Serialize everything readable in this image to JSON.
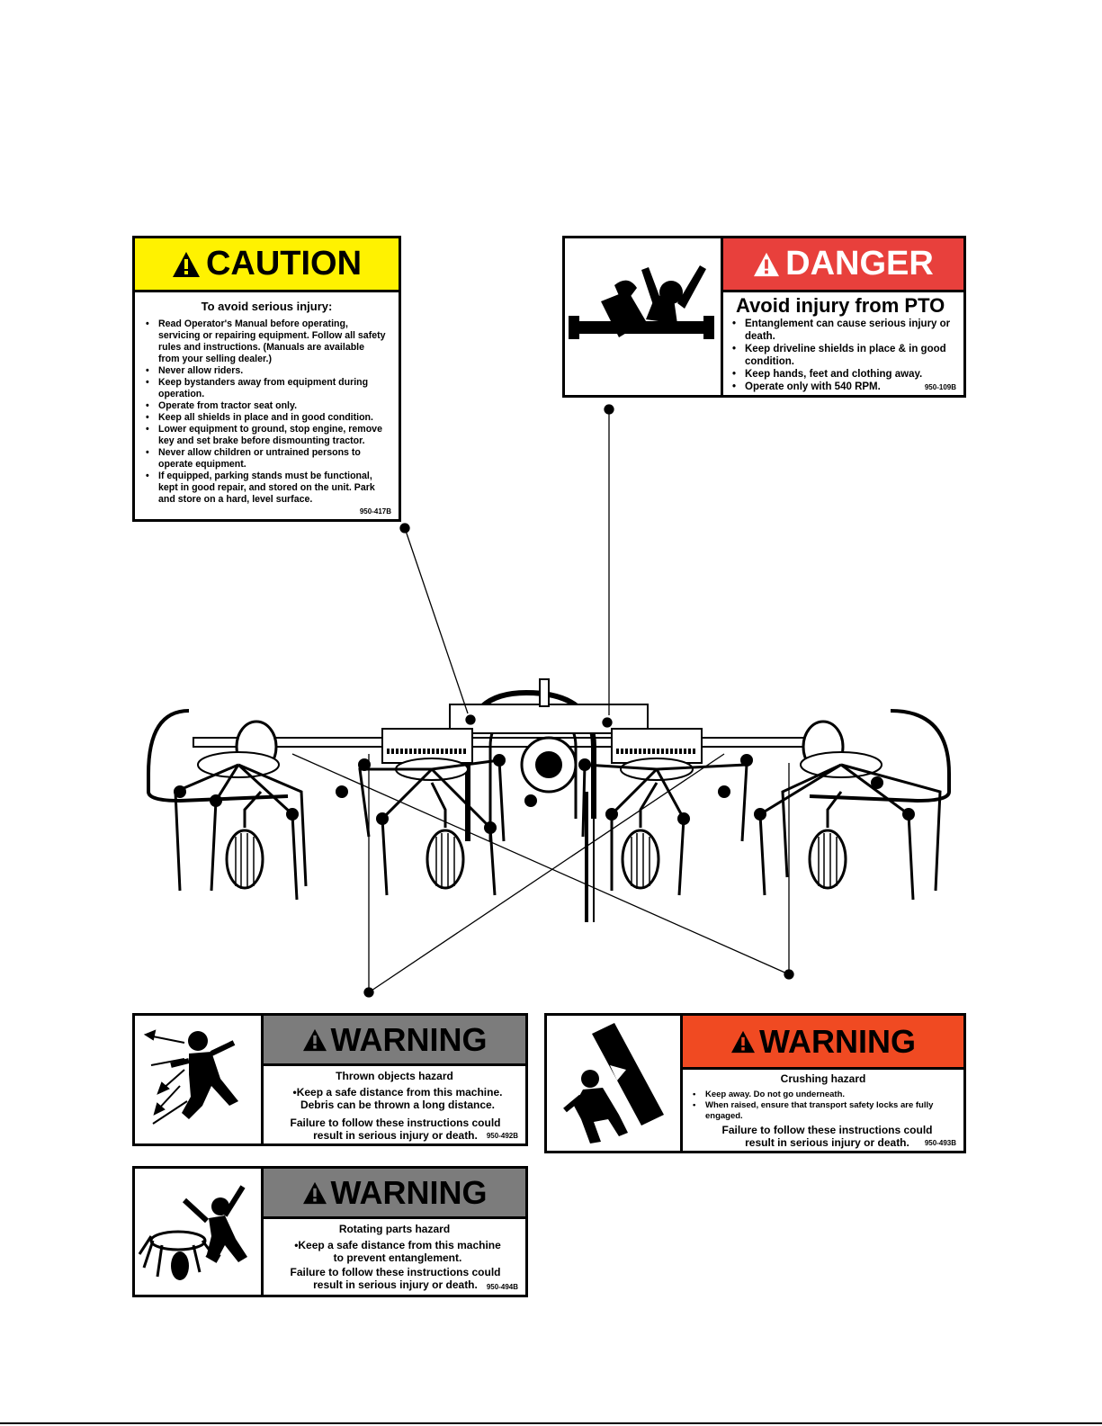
{
  "caution": {
    "header": "CAUTION",
    "subtitle": "To avoid serious injury:",
    "items": [
      "Read Operator's Manual before operating, servicing or repairing equipment. Follow all safety rules and instructions. (Manuals are available from your selling dealer.)",
      "Never allow riders.",
      "Keep bystanders away from equipment during operation.",
      "Operate from tractor seat only.",
      "Keep all shields in place and in good condition.",
      "Lower equipment to ground, stop engine, remove key and set brake before dismounting tractor.",
      "Never allow children or untrained persons to operate equipment.",
      "If equipped, parking stands must be functional, kept in good repair, and stored on the unit. Park and store on a hard, level surface."
    ],
    "code": "950-417B",
    "header_color": "#FFF200"
  },
  "danger": {
    "header": "DANGER",
    "title": "Avoid injury from PTO",
    "items": [
      "Entanglement can cause serious injury or death.",
      "Keep driveline shields in place & in good condition.",
      "Keep hands, feet and clothing away.",
      "Operate only with 540 RPM."
    ],
    "code": "950-109B",
    "header_color": "#E8403C",
    "icon": "pto-entanglement-icon"
  },
  "warning_thrown": {
    "header": "WARNING",
    "title": "Thrown objects hazard",
    "body": "•Keep a safe distance from this machine. Debris can be thrown a long distance.",
    "footer": "Failure to follow these instructions could result in serious injury or death.",
    "code": "950-492B",
    "header_color": "#7C7C7C",
    "icon": "thrown-objects-icon"
  },
  "warning_crush": {
    "header": "WARNING",
    "title": "Crushing hazard",
    "items": [
      "Keep away.  Do not go underneath.",
      "When raised, ensure that transport safety locks are fully engaged."
    ],
    "footer": "Failure to follow these instructions could result in serious injury or death.",
    "code": "950-493B",
    "header_color": "#F04A22",
    "icon": "crushing-hazard-icon"
  },
  "warning_rotating": {
    "header": "WARNING",
    "title": "Rotating parts hazard",
    "body": "•Keep a safe distance from this machine to prevent entanglement.",
    "footer": "Failure to follow these instructions could result in serious injury or death.",
    "code": "950-494B",
    "header_color": "#7C7C7C",
    "icon": "rotating-parts-icon"
  }
}
